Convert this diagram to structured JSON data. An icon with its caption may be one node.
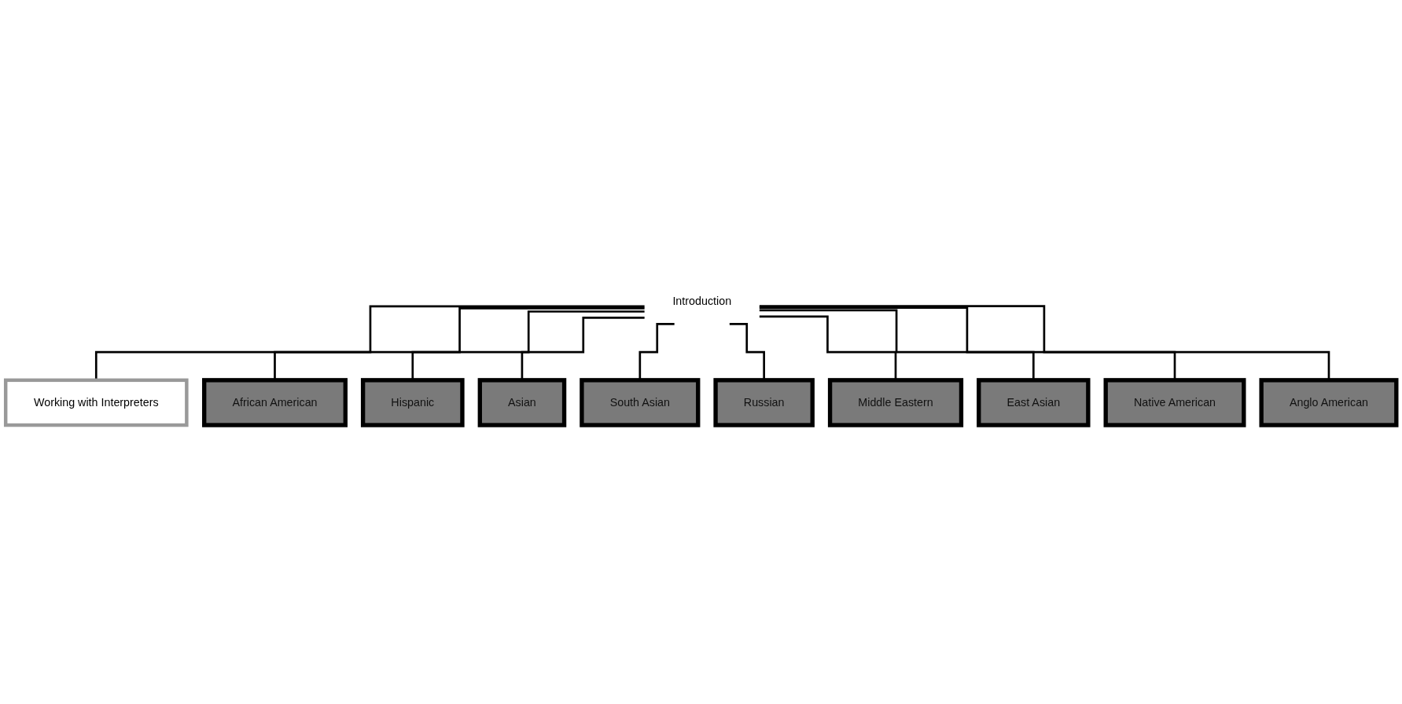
{
  "diagram": {
    "nodes": [
      {
        "text": [
          "Introduction"
        ]
      },
      {
        "text": [
          "Working with Interpreters"
        ]
      },
      {
        "text": [
          "African American"
        ]
      },
      {
        "text": [
          "Hispanic"
        ]
      },
      {
        "text": [
          "Asian"
        ]
      },
      {
        "text": [
          "South Asian"
        ]
      },
      {
        "text": [
          "Russian"
        ]
      },
      {
        "text": [
          "Middle Eastern"
        ]
      },
      {
        "text": [
          "East Asian"
        ]
      },
      {
        "text": [
          "Native American"
        ]
      },
      {
        "text": [
          "Anglo American"
        ]
      }
    ],
    "edges": [
      {
        "from": 0,
        "to": 1,
        "arrow": "none"
      },
      {
        "from": 0,
        "to": 2,
        "arrow": "none"
      },
      {
        "from": 0,
        "to": 3,
        "arrow": "none"
      },
      {
        "from": 0,
        "to": 4,
        "arrow": "none"
      },
      {
        "from": 0,
        "to": 5,
        "arrow": "none"
      },
      {
        "from": 0,
        "to": 6,
        "arrow": "none"
      },
      {
        "from": 0,
        "to": 7,
        "arrow": "none"
      },
      {
        "from": 0,
        "to": 8,
        "arrow": "none"
      },
      {
        "from": 0,
        "to": 9,
        "arrow": "none"
      },
      {
        "from": 0,
        "to": 10,
        "arrow": "none"
      }
    ]
  }
}
